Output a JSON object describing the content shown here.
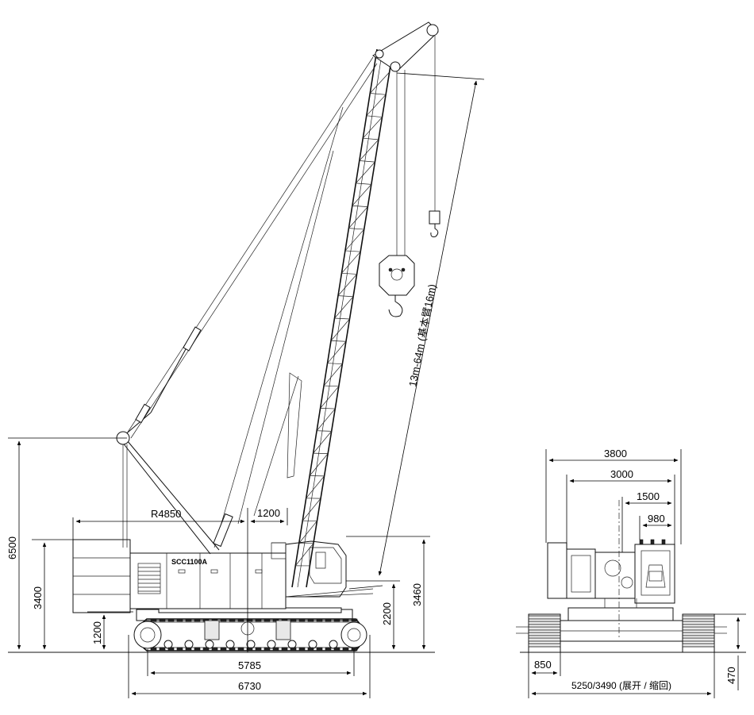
{
  "front_view": {
    "model_label": "SCC1100A",
    "boom_length_label": "13m-64m (基本臂16m)",
    "radius_label": "R4850",
    "dims": {
      "total_height": "6500",
      "counterweight_top": "3400",
      "ground_clearance": "1200",
      "pivot_offset": "1200",
      "body_height": "2200",
      "cab_height": "3460",
      "tumbler_distance": "5785",
      "track_length": "6730"
    }
  },
  "side_view": {
    "dims": {
      "w3800": "3800",
      "w3000": "3000",
      "w1500": "1500",
      "w980": "980",
      "shoe_width": "850",
      "track_gauge": "5250/3490 (展开 / 缩回)",
      "shoe_height": "470"
    }
  }
}
